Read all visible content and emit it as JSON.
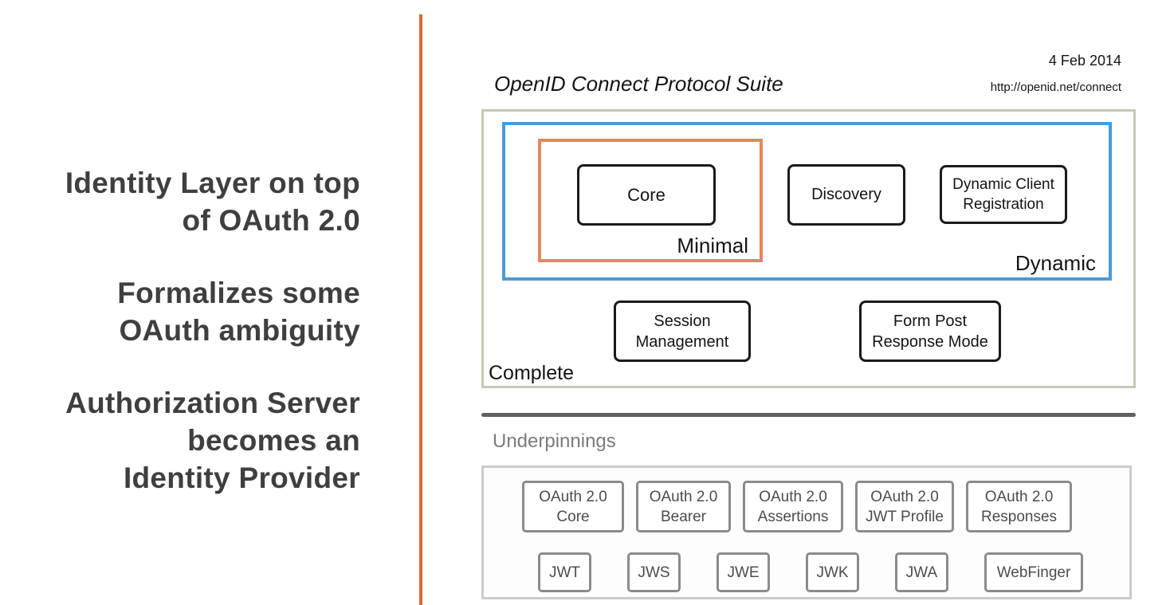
{
  "slide": {
    "key_points": [
      {
        "lines": [
          "Identity Layer on top",
          "of OAuth 2.0"
        ]
      },
      {
        "lines": [
          "Formalizes some",
          "OAuth ambiguity"
        ]
      },
      {
        "lines": [
          "Authorization Server",
          "becomes an",
          "Identity Provider"
        ]
      }
    ]
  },
  "header": {
    "title": "OpenID Connect Protocol Suite",
    "date": "4 Feb 2014",
    "url": "http://openid.net/connect"
  },
  "protocol_suite": {
    "complete_label": "Complete",
    "dynamic_label": "Dynamic",
    "minimal_label": "Minimal",
    "boxes": {
      "core": "Core",
      "discovery": "Discovery",
      "dynamic_client_registration": {
        "line1": "Dynamic Client",
        "line2": "Registration"
      },
      "session_management": {
        "line1": "Session",
        "line2": "Management"
      },
      "form_post_response_mode": {
        "line1": "Form Post",
        "line2": "Response Mode"
      }
    }
  },
  "underpinnings": {
    "label": "Underpinnings",
    "row1": [
      {
        "line1": "OAuth 2.0",
        "line2": "Core"
      },
      {
        "line1": "OAuth 2.0",
        "line2": "Bearer"
      },
      {
        "line1": "OAuth 2.0",
        "line2": "Assertions"
      },
      {
        "line1": "OAuth 2.0",
        "line2": "JWT Profile"
      },
      {
        "line1": "OAuth 2.0",
        "line2": "Responses"
      }
    ],
    "row2": [
      "JWT",
      "JWS",
      "JWE",
      "JWK",
      "JWA",
      "WebFinger"
    ]
  },
  "colors": {
    "divider_orange": "#d9682f",
    "minimal_orange": "#e8865c",
    "dynamic_blue": "#4a9cd6",
    "complete_olive": "#c6c9b2",
    "underpinnings_gray": "#8b8b8b"
  }
}
